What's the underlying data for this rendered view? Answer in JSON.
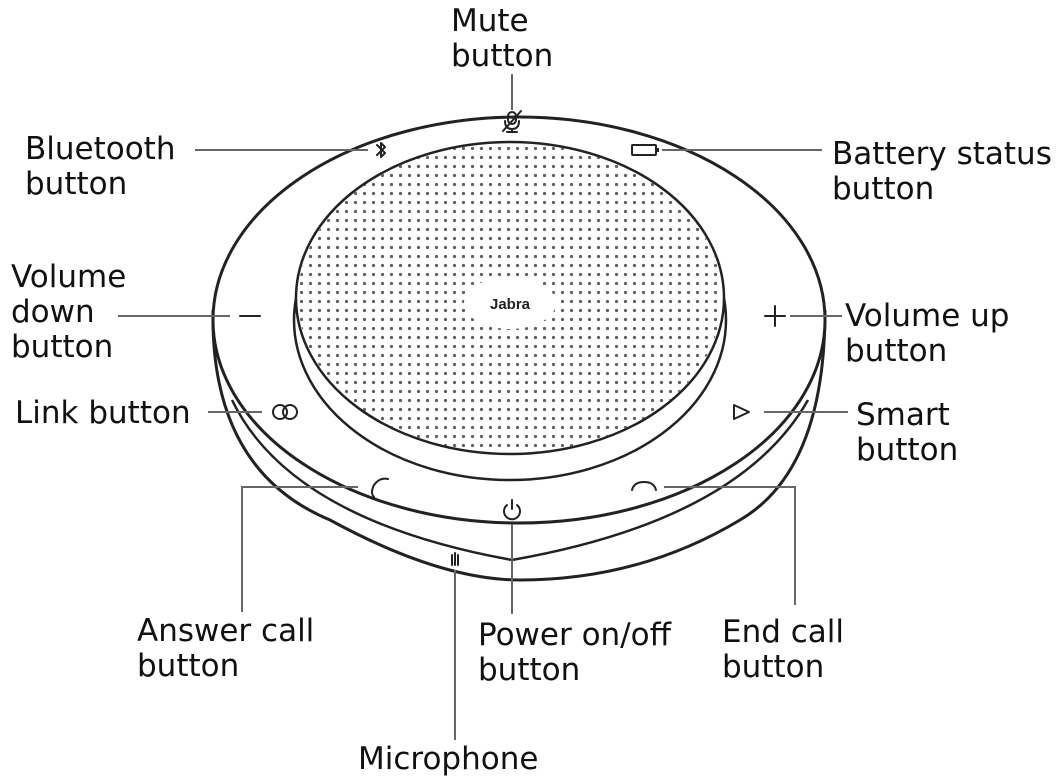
{
  "brand": "Jabra",
  "labels": {
    "mute": [
      "Mute",
      "button"
    ],
    "bluetooth": [
      "Bluetooth",
      "button"
    ],
    "battery": [
      "Battery status",
      "button"
    ],
    "volume_down": [
      "Volume",
      "down",
      "button"
    ],
    "volume_up": [
      "Volume up",
      "button"
    ],
    "link": [
      "Link button"
    ],
    "smart": [
      "Smart",
      "button"
    ],
    "answer": [
      "Answer call",
      "button"
    ],
    "power": [
      "Power on/off",
      "button"
    ],
    "end": [
      "End call",
      "button"
    ],
    "microphone": [
      "Microphone"
    ]
  },
  "icons": {
    "mute": "microphone-muted-icon",
    "bluetooth": "bluetooth-icon",
    "battery": "battery-icon",
    "volume_down": "minus-icon",
    "volume_up": "plus-icon",
    "link": "link-icon",
    "smart": "smart-triangle-icon",
    "answer": "phone-answer-icon",
    "power": "power-icon",
    "end": "phone-end-icon",
    "microphone": "microphone-slot-icon"
  }
}
